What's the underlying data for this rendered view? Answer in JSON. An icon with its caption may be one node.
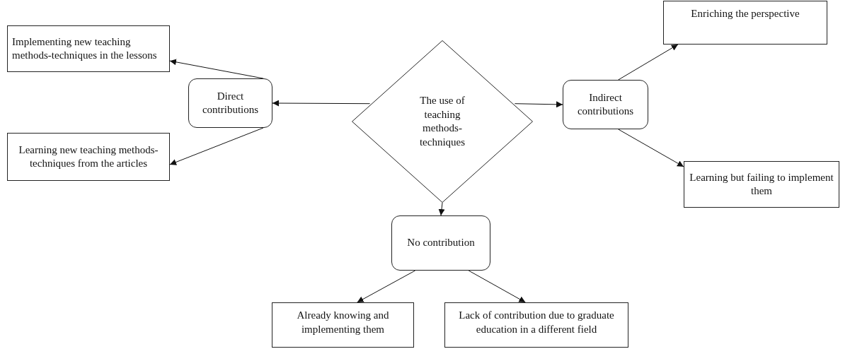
{
  "diagram": {
    "nodes": [
      {
        "text": [
          "The use of teaching methods-techniques"
        ]
      },
      {
        "text": [
          "Direct contributions"
        ]
      },
      {
        "text": [
          "Implementing new teaching methods-techniques in the lessons"
        ]
      },
      {
        "text": [
          "Learning new teaching methods-techniques from the articles"
        ]
      },
      {
        "text": [
          "Indirect contributions"
        ]
      },
      {
        "text": [
          "Enriching the perspective"
        ]
      },
      {
        "text": [
          "Learning but failing to implement them"
        ]
      },
      {
        "text": [
          "No contribution"
        ]
      },
      {
        "text": [
          "Already knowing and implementing them"
        ]
      },
      {
        "text": [
          "Lack of contribution due to graduate education in a different field"
        ]
      }
    ],
    "edges": [
      {
        "from": 0,
        "to": 1,
        "arrow": "to"
      },
      {
        "from": 0,
        "to": 4,
        "arrow": "to"
      },
      {
        "from": 0,
        "to": 7,
        "arrow": "to"
      },
      {
        "from": 1,
        "to": 2,
        "arrow": "to"
      },
      {
        "from": 1,
        "to": 3,
        "arrow": "to"
      },
      {
        "from": 4,
        "to": 5,
        "arrow": "to"
      },
      {
        "from": 4,
        "to": 6,
        "arrow": "to"
      },
      {
        "from": 7,
        "to": 8,
        "arrow": "to"
      },
      {
        "from": 7,
        "to": 9,
        "arrow": "to"
      }
    ]
  }
}
